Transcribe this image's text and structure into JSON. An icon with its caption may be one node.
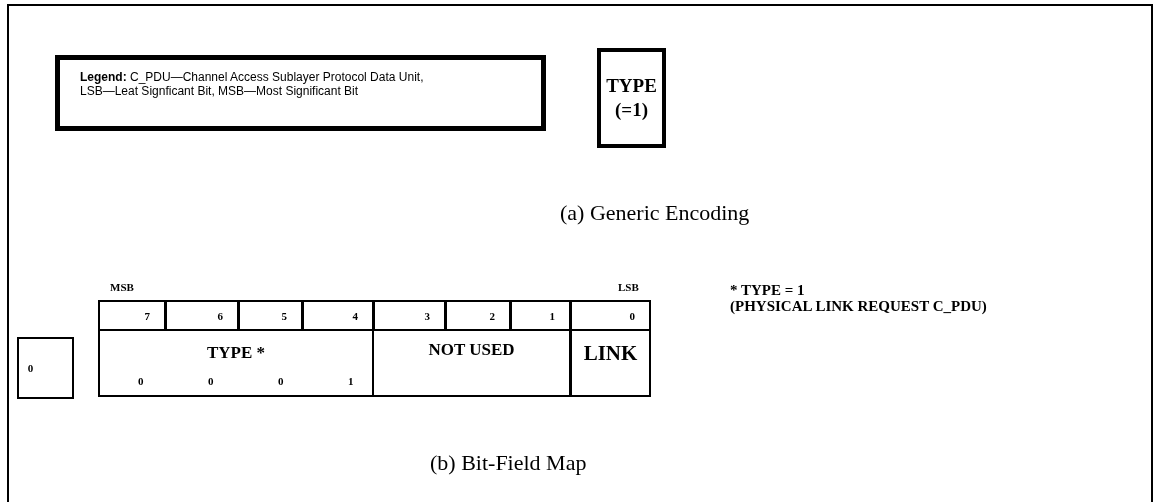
{
  "diagram": {
    "nodes": [
      {
        "text": [
          "**Legend:** C_PDU—Channel Access Sublayer Protocol Data Unit, LSB—Leat Signficant Bit, MSB—Most Significant Bit"
        ]
      },
      {
        "text": [
          "TYPE (=1)"
        ]
      },
      {
        "text": [
          "0"
        ]
      },
      {
        "text": [
          "7"
        ]
      },
      {
        "text": [
          "6"
        ]
      },
      {
        "text": [
          "5"
        ]
      },
      {
        "text": [
          "4"
        ]
      },
      {
        "text": [
          "3"
        ]
      },
      {
        "text": [
          "2"
        ]
      },
      {
        "text": [
          "1"
        ]
      },
      {
        "text": [
          "0"
        ]
      },
      {
        "text": [
          "TYPE *",
          "0",
          "0",
          "0",
          "1"
        ]
      },
      {
        "text": [
          "NOT USED"
        ]
      },
      {
        "text": [
          "LINK"
        ]
      }
    ],
    "edges": [],
    "labels": [
      "(a) Generic Encoding",
      "MSB",
      "LSB",
      "* TYPE = 1",
      "(PHYSICAL LINK REQUEST C_PDU)",
      "(b) Bit-Field Map"
    ]
  }
}
